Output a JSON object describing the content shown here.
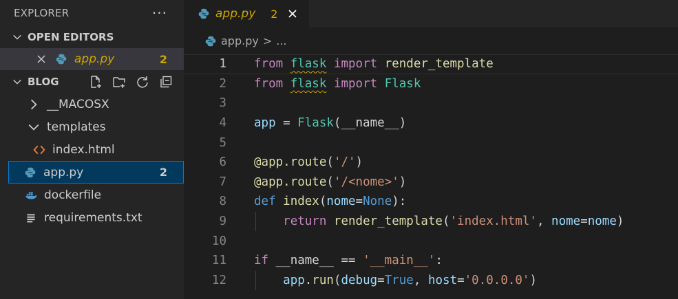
{
  "explorer": {
    "title": "EXPLORER",
    "more": "···"
  },
  "open_editors": {
    "title": "OPEN EDITORS",
    "items": [
      {
        "name": "app.py",
        "badge": "2"
      }
    ]
  },
  "workspace": {
    "title": "BLOG",
    "tree": [
      {
        "name": "__MACOSX",
        "type": "folder",
        "expanded": false
      },
      {
        "name": "templates",
        "type": "folder",
        "expanded": true
      },
      {
        "name": "index.html",
        "type": "html-file"
      },
      {
        "name": "app.py",
        "type": "python-file",
        "badge": "2",
        "selected": true
      },
      {
        "name": "dockerfile",
        "type": "docker-file"
      },
      {
        "name": "requirements.txt",
        "type": "text-file"
      }
    ]
  },
  "tab": {
    "name": "app.py",
    "badge": "2"
  },
  "breadcrumb": {
    "file": "app.py",
    "sep": ">",
    "rest": "..."
  },
  "code": {
    "line_numbers": [
      "1",
      "2",
      "3",
      "4",
      "5",
      "6",
      "7",
      "8",
      "9",
      "10",
      "11",
      "12"
    ],
    "l1": {
      "from": "from",
      "mod": "flask",
      "import": "import",
      "name": "render_template"
    },
    "l2": {
      "from": "from",
      "mod": "flask",
      "import": "import",
      "name": "Flask"
    },
    "l4": {
      "var": "app",
      "eq": " = ",
      "cls": "Flask",
      "open": "(",
      "arg": "__name__",
      "close": ")"
    },
    "l6": {
      "at": "@",
      "obj": "app",
      "dot": ".",
      "fn": "route",
      "open": "(",
      "str": "'/'",
      "close": ")"
    },
    "l7": {
      "at": "@",
      "obj": "app",
      "dot": ".",
      "fn": "route",
      "open": "(",
      "str": "'/<nome>'",
      "close": ")"
    },
    "l8": {
      "def": "def",
      "fn": "index",
      "open": "(",
      "param": "nome",
      "eq": "=",
      "none": "None",
      "close": "):"
    },
    "l9": {
      "ret": "return",
      "fn": "render_template",
      "open": "(",
      "str": "'index.html'",
      "comma": ", ",
      "kw": "nome",
      "eq": "=",
      "val": "nome",
      "close": ")"
    },
    "l11": {
      "if": "if",
      "var": "__name__",
      "op": " == ",
      "str": "'__main__'",
      "colon": ":"
    },
    "l12": {
      "obj": "app",
      "dot": ".",
      "fn": "run",
      "open": "(",
      "k1": "debug",
      "eq1": "=",
      "v1": "True",
      "comma": ", ",
      "k2": "host",
      "eq2": "=",
      "v2": "'0.0.0.0'",
      "close": ")"
    }
  },
  "colors": {
    "modified": "#cca700",
    "keyword": "#c586c0",
    "storage": "#569cd6",
    "variable": "#9cdcfe",
    "function": "#dcdcaa",
    "class": "#4ec9b0",
    "string": "#ce9178",
    "selection_border": "#007fd4"
  }
}
